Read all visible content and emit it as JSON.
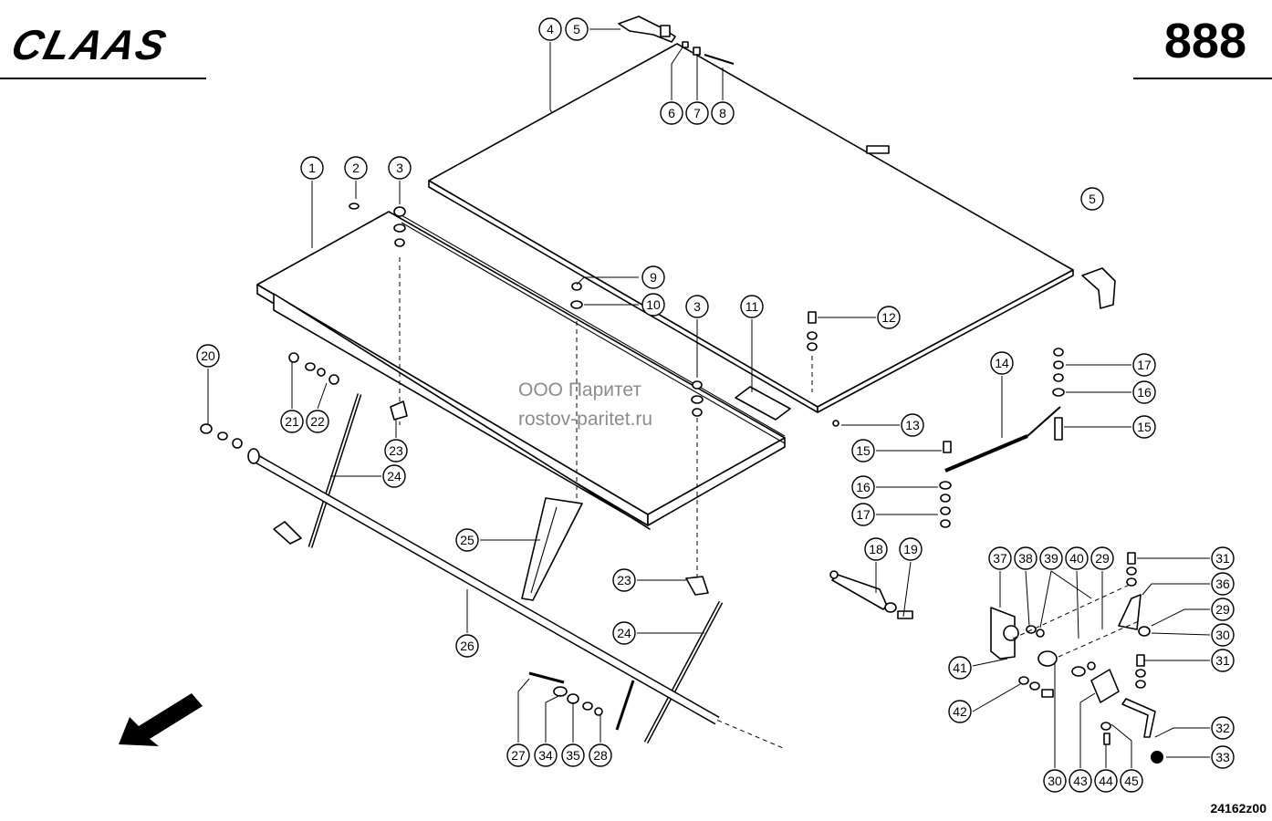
{
  "header": {
    "brand": "CLAAS",
    "sheet_number": "888"
  },
  "watermark": {
    "line1": "ООО Паритет",
    "line2": "rostov-paritet.ru"
  },
  "footer": {
    "drawing_code": "24162z00"
  },
  "callouts": [
    {
      "id": "c1",
      "label": "1"
    },
    {
      "id": "c2",
      "label": "2"
    },
    {
      "id": "c3a",
      "label": "3"
    },
    {
      "id": "c4",
      "label": "4"
    },
    {
      "id": "c5a",
      "label": "5"
    },
    {
      "id": "c5b",
      "label": "5"
    },
    {
      "id": "c6",
      "label": "6"
    },
    {
      "id": "c7",
      "label": "7"
    },
    {
      "id": "c8",
      "label": "8"
    },
    {
      "id": "c9",
      "label": "9"
    },
    {
      "id": "c10",
      "label": "10"
    },
    {
      "id": "c3b",
      "label": "3"
    },
    {
      "id": "c11",
      "label": "11"
    },
    {
      "id": "c12",
      "label": "12"
    },
    {
      "id": "c13",
      "label": "13"
    },
    {
      "id": "c14",
      "label": "14"
    },
    {
      "id": "c17a",
      "label": "17"
    },
    {
      "id": "c16a",
      "label": "16"
    },
    {
      "id": "c15a",
      "label": "15"
    },
    {
      "id": "c15b",
      "label": "15"
    },
    {
      "id": "c16b",
      "label": "16"
    },
    {
      "id": "c17b",
      "label": "17"
    },
    {
      "id": "c18",
      "label": "18"
    },
    {
      "id": "c19",
      "label": "19"
    },
    {
      "id": "c20",
      "label": "20"
    },
    {
      "id": "c21",
      "label": "21"
    },
    {
      "id": "c22",
      "label": "22"
    },
    {
      "id": "c23a",
      "label": "23"
    },
    {
      "id": "c24a",
      "label": "24"
    },
    {
      "id": "c25",
      "label": "25"
    },
    {
      "id": "c23b",
      "label": "23"
    },
    {
      "id": "c24b",
      "label": "24"
    },
    {
      "id": "c26",
      "label": "26"
    },
    {
      "id": "c27",
      "label": "27"
    },
    {
      "id": "c34",
      "label": "34"
    },
    {
      "id": "c35",
      "label": "35"
    },
    {
      "id": "c28",
      "label": "28"
    },
    {
      "id": "c37",
      "label": "37"
    },
    {
      "id": "c38",
      "label": "38"
    },
    {
      "id": "c39",
      "label": "39"
    },
    {
      "id": "c40",
      "label": "40"
    },
    {
      "id": "c29a",
      "label": "29"
    },
    {
      "id": "c31a",
      "label": "31"
    },
    {
      "id": "c36",
      "label": "36"
    },
    {
      "id": "c29b",
      "label": "29"
    },
    {
      "id": "c30a",
      "label": "30"
    },
    {
      "id": "c31b",
      "label": "31"
    },
    {
      "id": "c41",
      "label": "41"
    },
    {
      "id": "c42",
      "label": "42"
    },
    {
      "id": "c32",
      "label": "32"
    },
    {
      "id": "c33",
      "label": "33"
    },
    {
      "id": "c30b",
      "label": "30"
    },
    {
      "id": "c43",
      "label": "43"
    },
    {
      "id": "c44",
      "label": "44"
    },
    {
      "id": "c45",
      "label": "45"
    }
  ],
  "icons": {
    "direction_arrow": "front-direction-arrow-icon"
  }
}
